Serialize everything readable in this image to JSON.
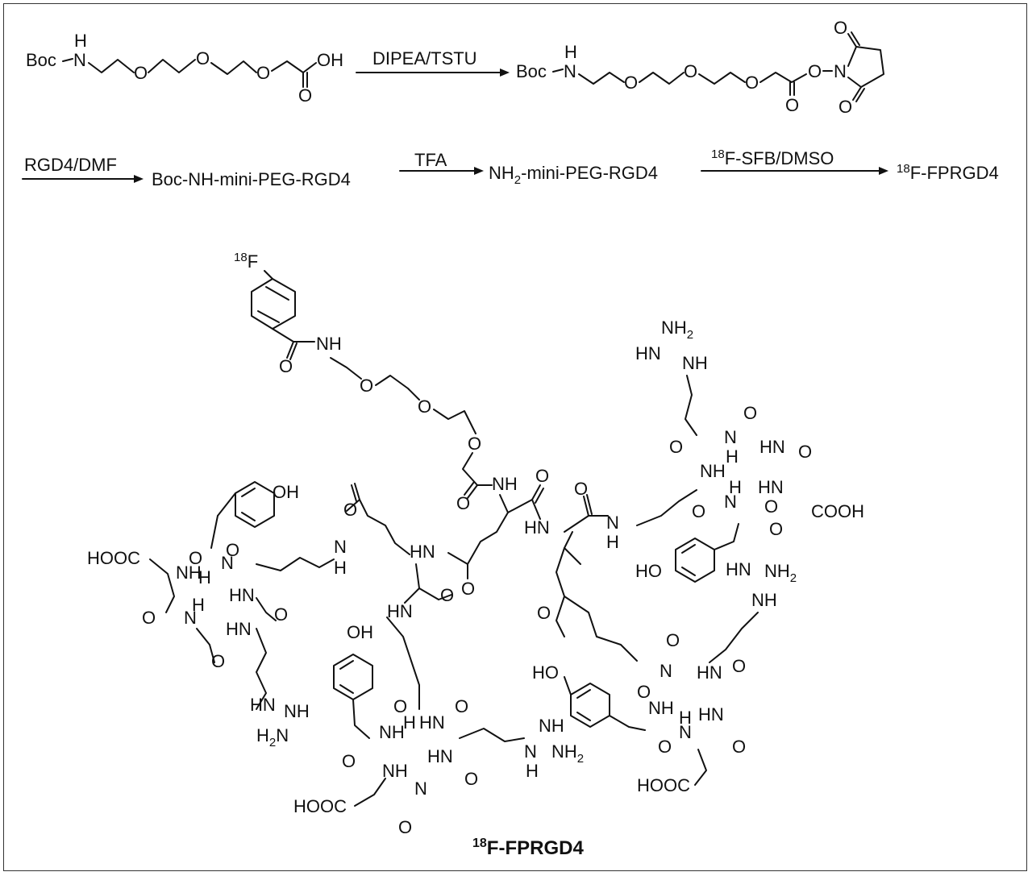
{
  "scheme": {
    "row1": {
      "reactant": {
        "boc": "Boc",
        "h": "H",
        "n": "N",
        "o": "O",
        "oh": "OH"
      },
      "reagent": "DIPEA/TSTU",
      "product": {
        "boc": "Boc",
        "h": "H",
        "n": "N",
        "o": "O"
      }
    },
    "row2": {
      "reagent1": "RGD4/DMF",
      "intermediate1": "Boc-NH-mini-PEG-RGD4",
      "reagent2": "TFA",
      "intermediate2_pre": "NH",
      "intermediate2_sub": "2",
      "intermediate2_post": "-mini-PEG-RGD4",
      "reagent3_sup": "18",
      "reagent3": "F-SFB/DMSO",
      "product_sup": "18",
      "product": "F-FPRGD4"
    },
    "structure": {
      "fluorine_sup": "18",
      "fluorine": "F",
      "caption_sup": "18",
      "caption": "F-FPRGD4",
      "atoms": {
        "nh": "NH",
        "hn": "HN",
        "n": "N",
        "h": "H",
        "o": "O",
        "oh": "OH",
        "ho": "HO",
        "cooh": "COOH",
        "hooc": "HOOC",
        "nh2": "NH",
        "h2n": "H",
        "two": "2"
      }
    }
  }
}
